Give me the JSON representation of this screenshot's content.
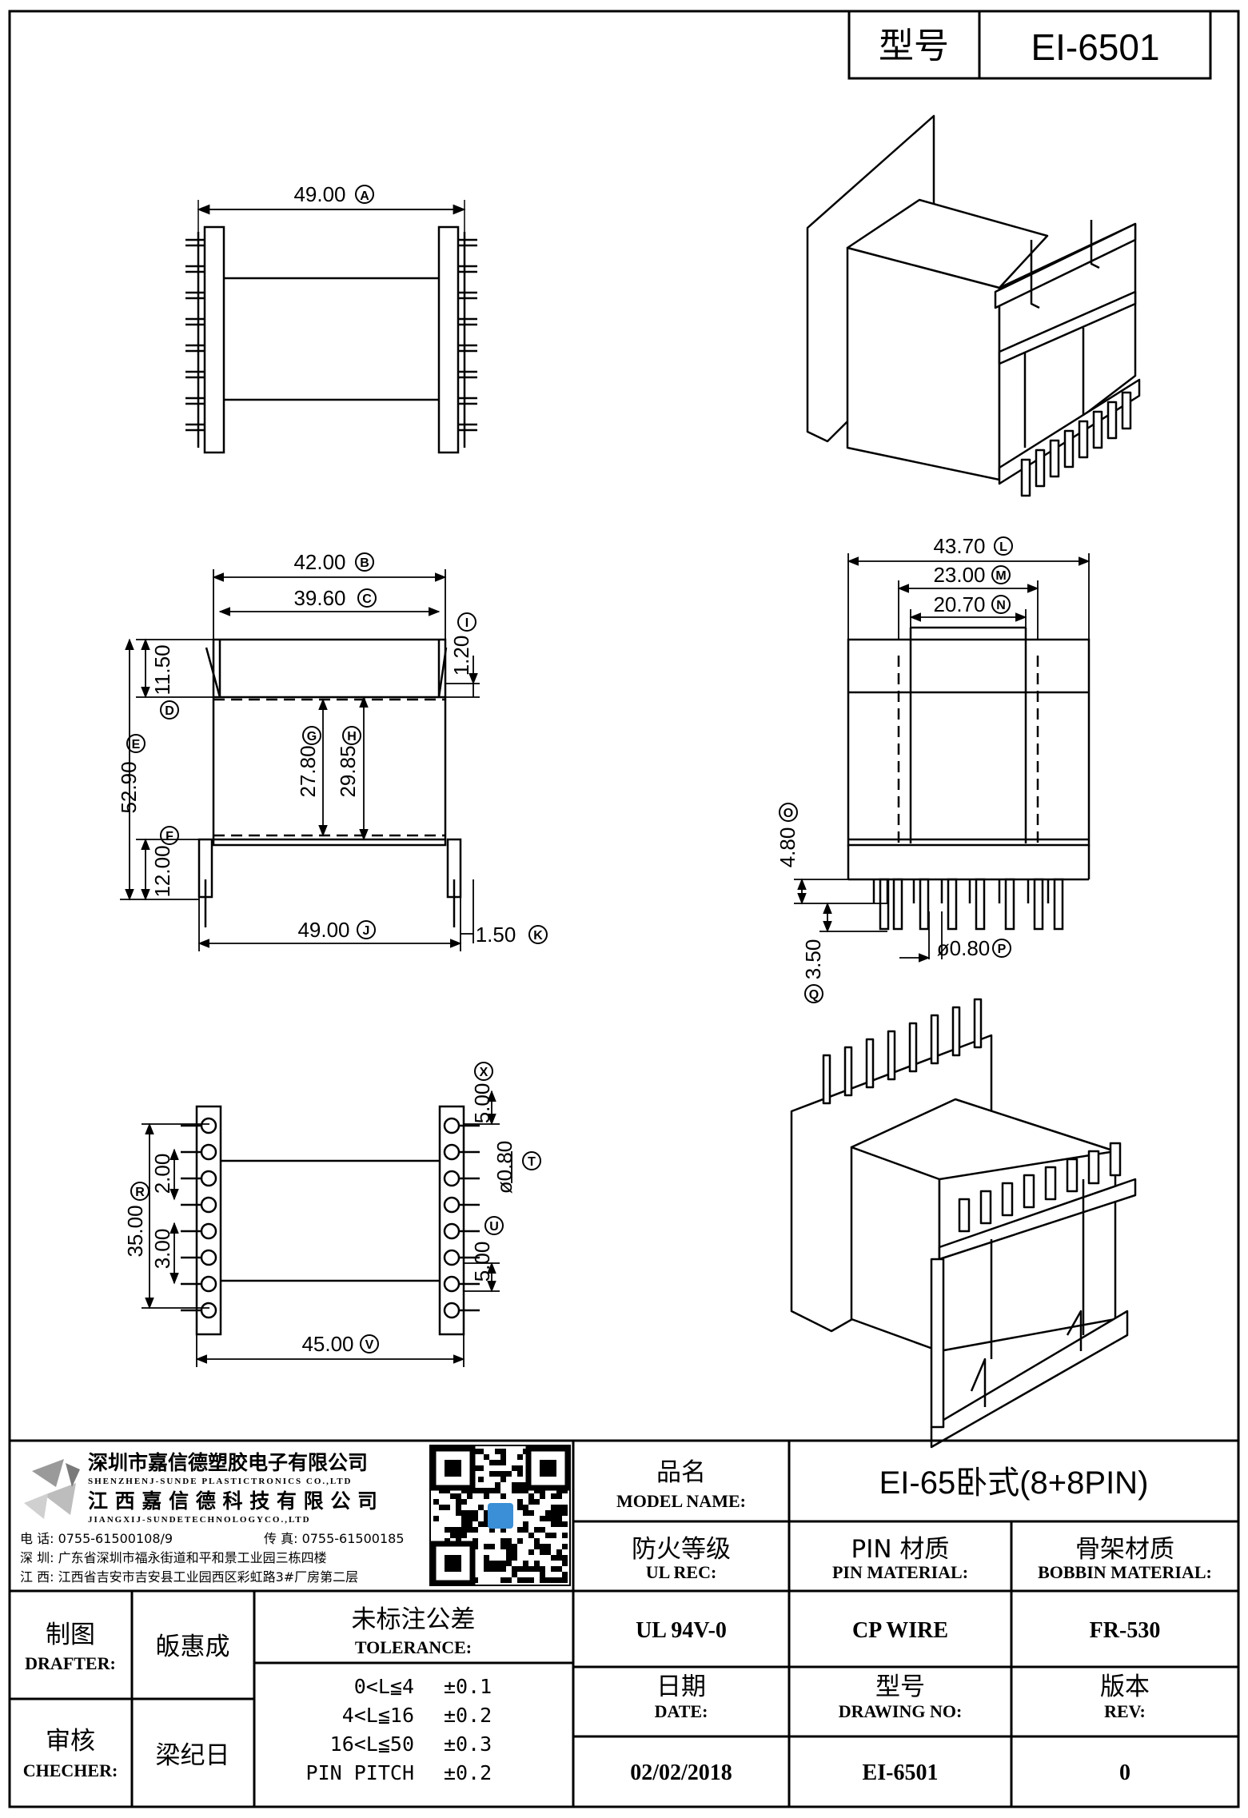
{
  "header": {
    "model_label": "型号",
    "model_value": "EI-6501"
  },
  "top_view": {
    "dim_a": "49.00",
    "tag_a": "A"
  },
  "front_view": {
    "dim_b": "42.00",
    "tag_b": "B",
    "dim_c": "39.60",
    "tag_c": "C",
    "dim_d": "11.50",
    "tag_d": "D",
    "dim_e": "52.90",
    "tag_e": "E",
    "dim_f": "12.00",
    "tag_f": "F",
    "dim_g": "27.80",
    "tag_g": "G",
    "dim_h": "29.85",
    "tag_h": "H",
    "dim_i": "1.20",
    "tag_i": "I",
    "dim_j": "49.00",
    "tag_j": "J",
    "dim_k": "1.50",
    "tag_k": "K"
  },
  "side_view": {
    "dim_l": "43.70",
    "tag_l": "L",
    "dim_m": "23.00",
    "tag_m": "M",
    "dim_n": "20.70",
    "tag_n": "N",
    "dim_o": "4.80",
    "tag_o": "O",
    "dim_p": "ø0.80",
    "tag_p": "P",
    "dim_q": "3.50",
    "tag_q": "Q"
  },
  "bottom_view": {
    "dim_r": "35.00",
    "tag_r": "R",
    "dim_s1": "2.00",
    "dim_s2": "3.00",
    "dim_x": "5.00",
    "tag_x": "X",
    "dim_t": "ø0.80",
    "tag_t": "T",
    "dim_u": "5.00",
    "tag_u": "U",
    "dim_v": "45.00",
    "tag_v": "V"
  },
  "company": {
    "name_sz": "深圳市嘉信德塑胶电子有限公司",
    "name_sz_en": "SHENZHENJ-SUNDE PLASTICTRONICS CO.,LTD",
    "name_jx": "江 西 嘉 信 德 科 技 有 限 公 司",
    "name_jx_en": "JIANGXIJ-SUNDETECHNOLOGYCO.,LTD",
    "tel": "电 话:  0755-61500108/9",
    "fax": "传 真:  0755-61500185",
    "addr_sz": "深 圳:  广东省深圳市福永街道和平和景工业园三栋四楼",
    "addr_jx": "江 西:  江西省吉安市吉安县工业园西区彩虹路3#厂房第二层"
  },
  "title_block": {
    "model_name_cn": "品名",
    "model_name_en": "MODEL NAME:",
    "model_name_value": "EI-65卧式(8+8PIN)",
    "ul_cn": "防火等级",
    "ul_en": "UL REC:",
    "ul_value": "UL 94V-0",
    "pin_cn": "PIN 材质",
    "pin_en": "PIN MATERIAL:",
    "pin_value": "CP WIRE",
    "bobbin_cn": "骨架材质",
    "bobbin_en": "BOBBIN MATERIAL:",
    "bobbin_value": "FR-530",
    "drafter_cn": "制图",
    "drafter_en": "DRAFTER:",
    "drafter_name": "皈惠成",
    "checker_cn": "审核",
    "checker_en": "CHECHER:",
    "checker_name": "梁纪日",
    "tol_cn": "未标注公差",
    "tol_en": "TOLERANCE:",
    "tol_rows": [
      {
        "range": "0<L≦4",
        "value": "±0.1"
      },
      {
        "range": "4<L≦16",
        "value": "±0.2"
      },
      {
        "range": "16<L≦50",
        "value": "±0.3"
      },
      {
        "range": "PIN PITCH",
        "value": "±0.2"
      }
    ],
    "date_cn": "日期",
    "date_en": "DATE:",
    "date_value": "02/02/2018",
    "drawing_cn": "型号",
    "drawing_en": "DRAWING NO:",
    "drawing_value": "EI-6501",
    "rev_cn": "版本",
    "rev_en": "REV:",
    "rev_value": "0"
  },
  "colors": {
    "line": "#000000",
    "qr_accent": "#3a8fd6",
    "logo_gray": "#9a9a9a"
  }
}
